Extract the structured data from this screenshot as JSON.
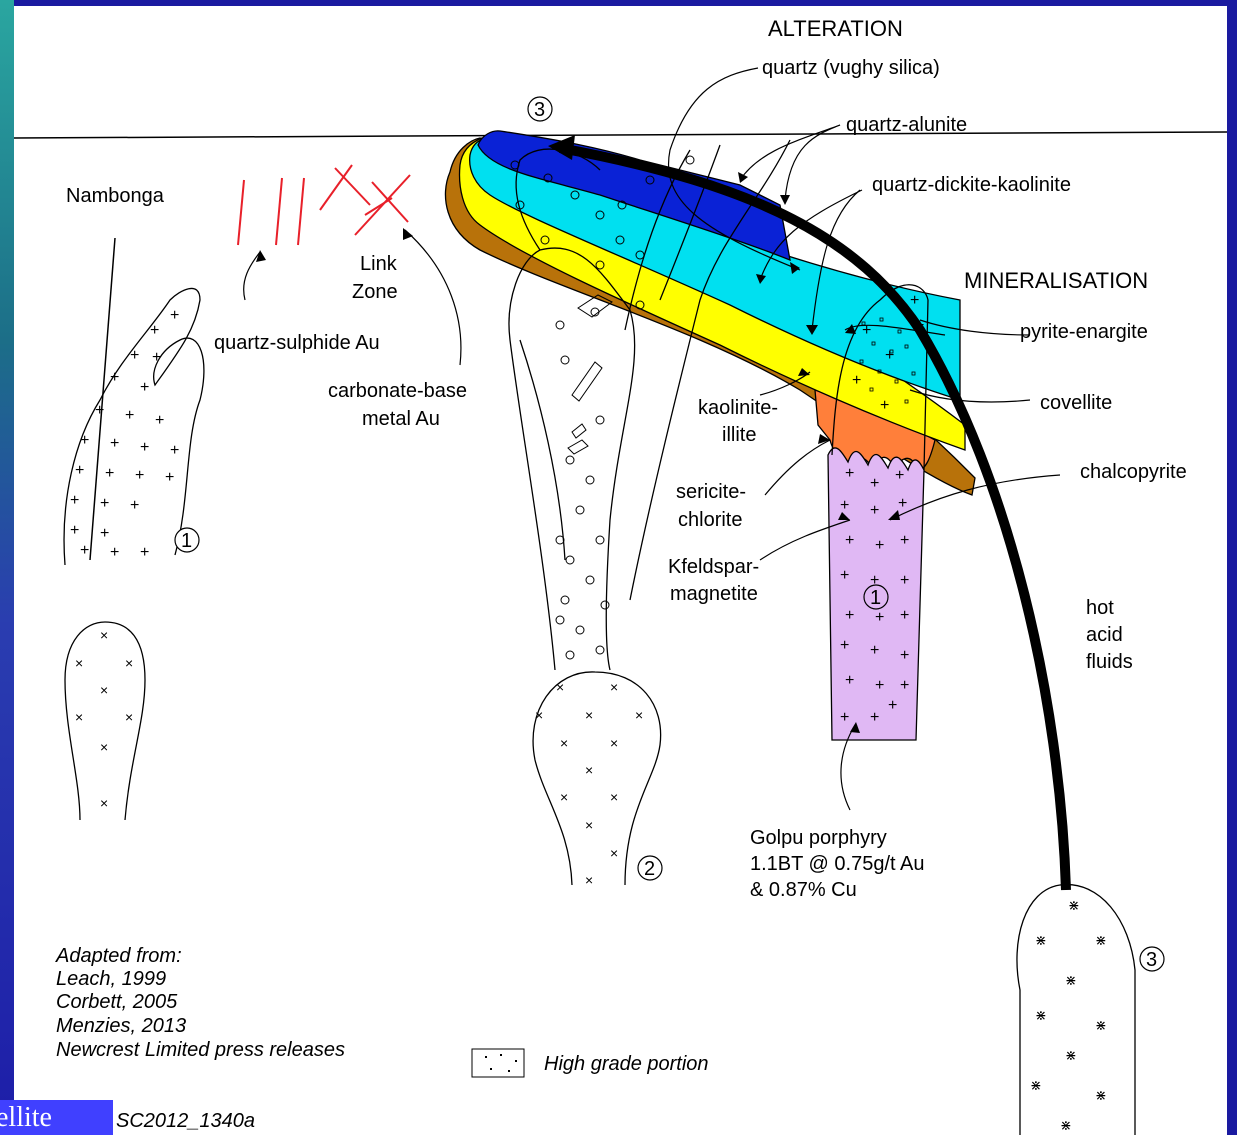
{
  "diagram": {
    "headings": {
      "alteration": "ALTERATION",
      "mineralisation": "MINERALISATION"
    },
    "alteration_labels": {
      "quartz_vughy": "quartz (vughy silica)",
      "quartz_alunite": "quartz-alunite",
      "quartz_dickite": "quartz-dickite-kaolinite",
      "kaolinite_1": "kaolinite-",
      "kaolinite_2": "illite",
      "sericite_1": "sericite-",
      "sericite_2": "chlorite",
      "kfeld_1": "Kfeldspar-",
      "kfeld_2": "magnetite"
    },
    "mineral_labels": {
      "pyrite": "pyrite-enargite",
      "covellite": "covellite",
      "chalcopyrite": "chalcopyrite"
    },
    "place_labels": {
      "nambonga": "Nambonga",
      "link_1": "Link",
      "link_2": "Zone",
      "qs_au": "quartz-sulphide Au",
      "carb_1": "carbonate-base",
      "carb_2": "metal Au",
      "golpu_1": "Golpu porphyry",
      "golpu_2": "1.1BT @ 0.75g/t Au",
      "golpu_3": "& 0.87% Cu",
      "hot_1": "hot",
      "hot_2": "acid",
      "hot_3": "fluids"
    },
    "markers": {
      "one": "1",
      "two": "2",
      "three": "3"
    },
    "citation": {
      "line1": "Adapted from:",
      "line2": "Leach, 1999",
      "line3": "Corbett, 2005",
      "line4": "Menzies, 2013",
      "line5": "Newcrest Limited press releases"
    },
    "legend_label": "High grade portion",
    "figure_id": "SC2012_1340a"
  },
  "tab_label": "ellite",
  "colors": {
    "vughy_silica": "#0a22d6",
    "quartz_alunite": "#00e0f0",
    "dickite_kaolinite": "#ffff00",
    "kaolinite_illite": "#b8720a",
    "sericite_chlorite": "#ff7f3a",
    "kfeldspar": "#e0b8f4",
    "fault_red": "#e8202a",
    "tab_blue": "#4040ff"
  }
}
